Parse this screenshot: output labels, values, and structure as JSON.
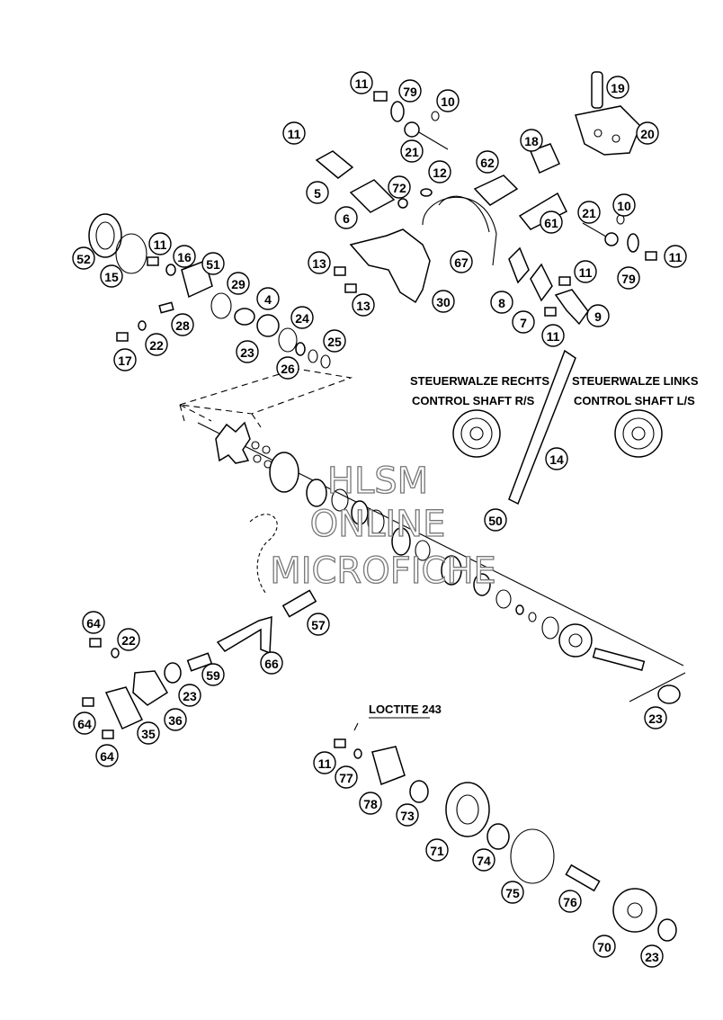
{
  "diagram": {
    "part_numbers": [
      "11",
      "79",
      "10",
      "21",
      "19",
      "20",
      "18",
      "62",
      "11",
      "5",
      "12",
      "72",
      "6",
      "10",
      "21",
      "61",
      "11",
      "79",
      "67",
      "13",
      "13",
      "30",
      "8",
      "11",
      "7",
      "9",
      "11",
      "52",
      "15",
      "11",
      "16",
      "51",
      "29",
      "4",
      "24",
      "28",
      "22",
      "23",
      "25",
      "17",
      "26",
      "14",
      "50",
      "57",
      "66",
      "64",
      "22",
      "59",
      "23",
      "64",
      "35",
      "36",
      "64",
      "23",
      "11",
      "77",
      "78",
      "73",
      "71",
      "74",
      "75",
      "76",
      "70",
      "23"
    ],
    "labels": {
      "right_shaft_de": "STEUERWALZE RECHTS",
      "right_shaft_en": "CONTROL SHAFT R/S",
      "left_shaft_de": "STEUERWALZE LINKS",
      "left_shaft_en": "CONTROL SHAFT L/S",
      "loctite": "LOCTITE 243"
    },
    "watermark": {
      "line1": "HLSM",
      "line2": "ONLINE",
      "line3": "MICROFICHE"
    }
  }
}
